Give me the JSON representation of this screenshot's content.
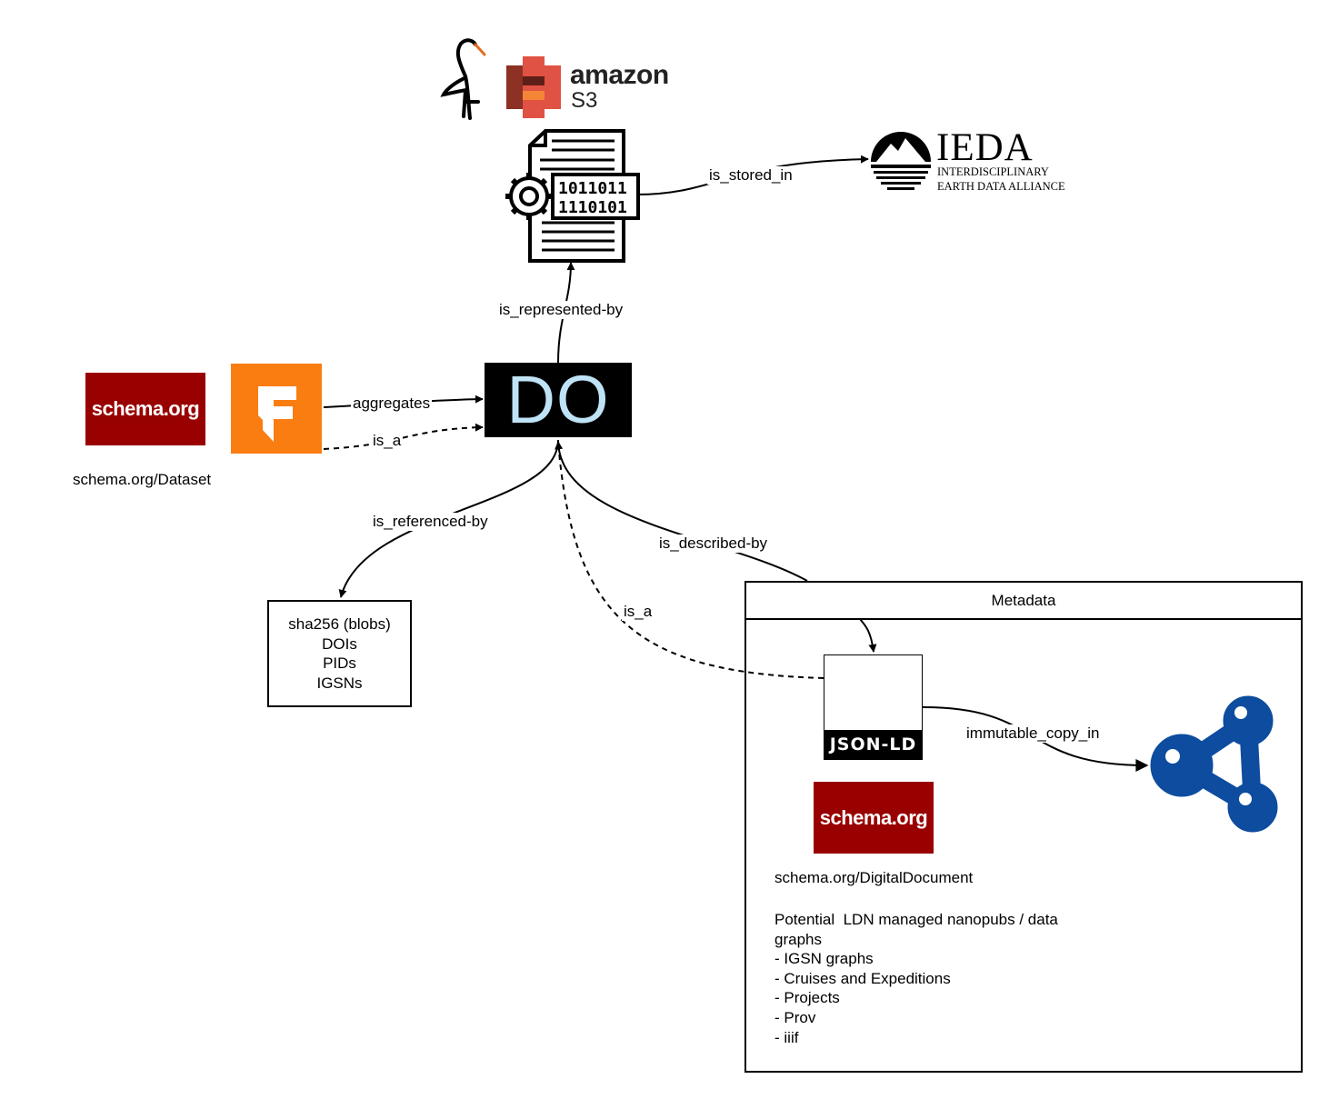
{
  "nodes": {
    "do_label": "DO",
    "schema_logo_text": "schema.org",
    "schema_dataset_caption": "schema.org/Dataset",
    "amazon_text": "amazon",
    "s3_text": "S3",
    "ieda_title": "IEDA",
    "ieda_subtitle_line1": "INTERDISCIPLINARY",
    "ieda_subtitle_line2": "EARTH DATA ALLIANCE",
    "identifiers": [
      "sha256 (blobs)",
      "DOIs",
      "PIDs",
      "IGSNs"
    ],
    "metadata_title": "Metadata",
    "jsonld_label": "JSON-LD",
    "schema_digitaldocument_caption": "schema.org/DigitalDocument",
    "notes": [
      "Potential  LDN managed nanopubs / data",
      "graphs",
      "- IGSN graphs",
      "- Cruises and Expeditions",
      "- Projects",
      "- Prov",
      "- iiif"
    ]
  },
  "edges": {
    "is_stored_in": "is_stored_in",
    "is_represented_by": "is_represented-by",
    "aggregates": "aggregates",
    "is_a_fair": "is_a",
    "is_referenced_by": "is_referenced-by",
    "is_described_by": "is_described-by",
    "is_a_jsonld": "is_a",
    "immutable_copy_in": "immutable_copy_in"
  },
  "icons": {
    "bird": "crane-bird-icon",
    "s3": "amazon-s3-bucket-icon",
    "binary_doc": "binary-document-gear-icon",
    "ieda": "ieda-mountain-globe-icon",
    "fair": "fair-f-icon",
    "linked_data": "linked-data-graph-icon"
  },
  "colors": {
    "schema_red": "#990000",
    "fair_orange": "#fa7d12",
    "do_text": "#bfe3f6",
    "s3_red": "#e05243",
    "linked_data_blue": "#0d4c9f"
  }
}
